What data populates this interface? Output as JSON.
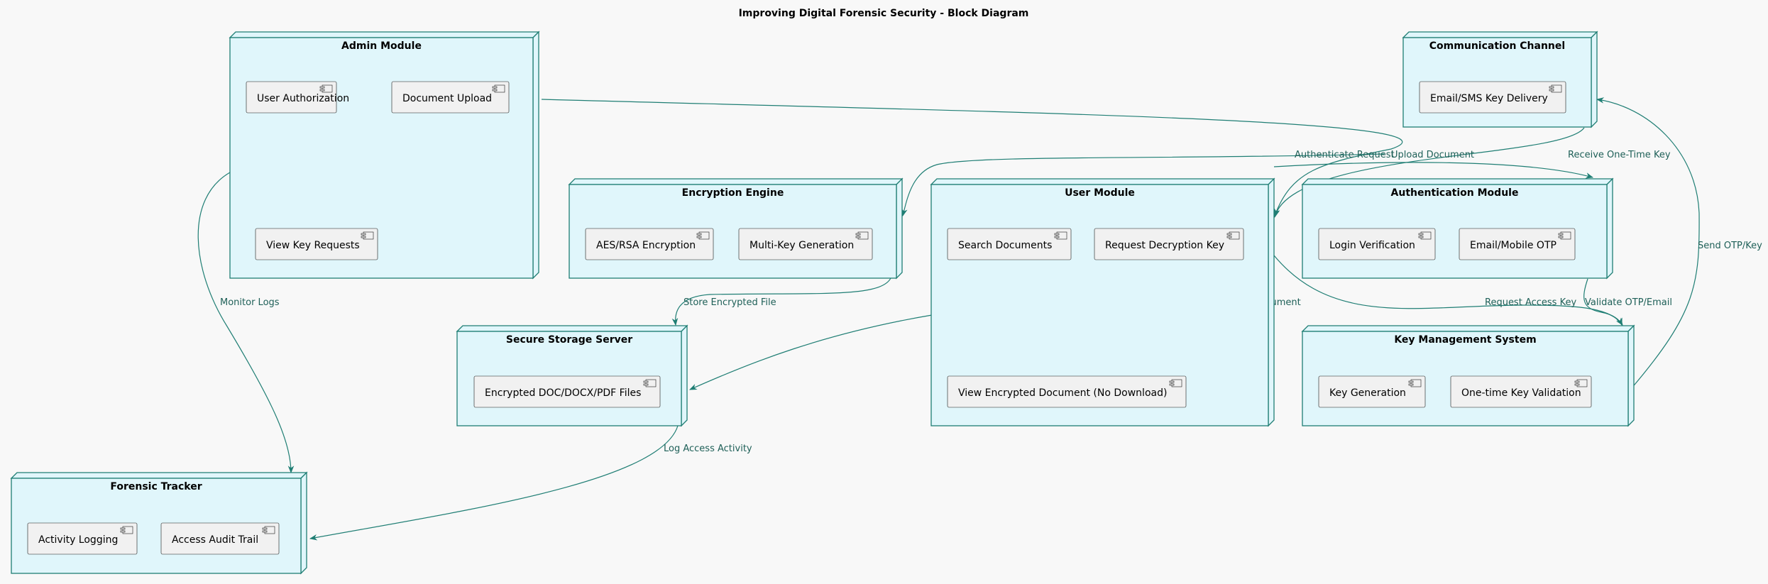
{
  "title": "Improving Digital Forensic Security - Block Diagram",
  "colors": {
    "node_fill": "#e0f6fb",
    "node_border": "#1f7e74",
    "edge": "#1f7e74",
    "edge_label": "#1f6058",
    "component_fill": "#f1f1f1",
    "background": "#f8f8f8"
  },
  "nodes": {
    "admin": {
      "title": "Admin Module",
      "components": [
        "User Authorization",
        "Document Upload",
        "View Key Requests"
      ]
    },
    "comm": {
      "title": "Communication Channel",
      "components": [
        "Email/SMS Key Delivery"
      ]
    },
    "encryption": {
      "title": "Encryption Engine",
      "components": [
        "AES/RSA Encryption",
        "Multi-Key Generation"
      ]
    },
    "user": {
      "title": "User Module",
      "components": [
        "Search Documents",
        "Request Decryption Key",
        "View Encrypted Document (No Download)"
      ]
    },
    "auth": {
      "title": "Authentication Module",
      "components": [
        "Login Verification",
        "Email/Mobile OTP"
      ]
    },
    "storage": {
      "title": "Secure Storage Server",
      "components": [
        "Encrypted DOC/DOCX/PDF Files"
      ]
    },
    "kms": {
      "title": "Key Management System",
      "components": [
        "Key Generation",
        "One-time Key Validation"
      ]
    },
    "forensic": {
      "title": "Forensic Tracker",
      "components": [
        "Activity Logging",
        "Access Audit Trail"
      ]
    }
  },
  "edges": {
    "authenticate_request": "Authenticate Request",
    "upload_document": "Upload Document",
    "receive_key": "Receive One-Time Key",
    "send_otp": "Send OTP/Key",
    "monitor_logs": "Monitor Logs",
    "store_encrypted": "Store Encrypted File",
    "view_encrypted": "View Encrypted Document",
    "request_access_key": "Request Access Key",
    "validate_otp": "Validate OTP/Email",
    "log_access": "Log Access Activity"
  }
}
